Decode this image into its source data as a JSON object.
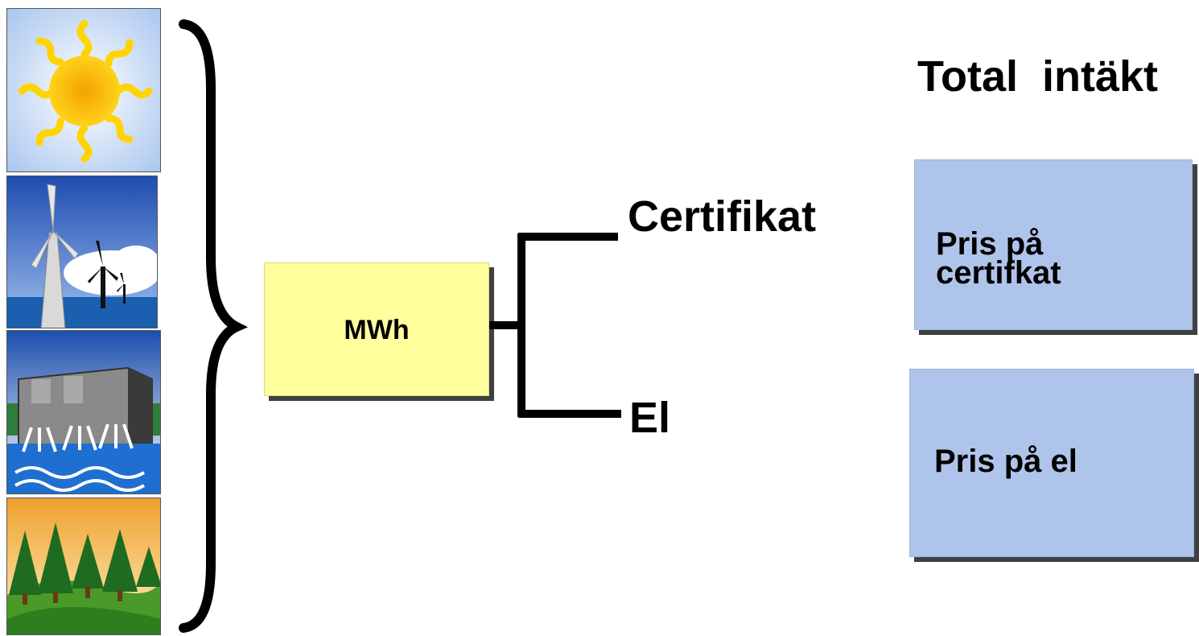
{
  "title": "Total  intäkt",
  "sources": [
    {
      "icon": "sun-icon"
    },
    {
      "icon": "wind-turbine-icon"
    },
    {
      "icon": "hydro-dam-icon"
    },
    {
      "icon": "forest-biomass-icon"
    }
  ],
  "center_box": {
    "label": "MWh",
    "color": "#ffff9e"
  },
  "branches": {
    "certificate": "Certifikat",
    "electricity": "El"
  },
  "price_boxes": {
    "certificate": "Pris på certifkat",
    "electricity": "Pris på el",
    "color": "#afc4ea"
  }
}
